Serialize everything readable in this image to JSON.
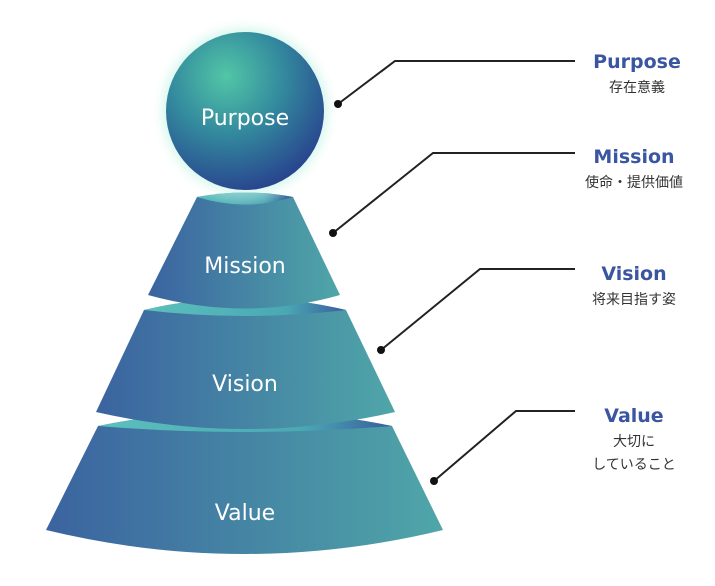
{
  "tiers": {
    "purpose": "Purpose",
    "mission": "Mission",
    "vision": "Vision",
    "value": "Value"
  },
  "labels": {
    "purpose": {
      "en": "Purpose",
      "jp": "存在意義"
    },
    "mission": {
      "en": "Mission",
      "jp": "使命・提供価値"
    },
    "vision": {
      "en": "Vision",
      "jp": "将来目指す姿"
    },
    "value": {
      "en": "Value",
      "jp_line1": "大切に",
      "jp_line2": "していること"
    }
  },
  "colors": {
    "label_accent": "#3a56a0",
    "tier_dark": "#3a6aa2",
    "tier_light": "#4ea3a6",
    "sphere_dark": "#2a3f8f",
    "sphere_light": "#4cc2a4",
    "glow": "#9fe6d4"
  }
}
